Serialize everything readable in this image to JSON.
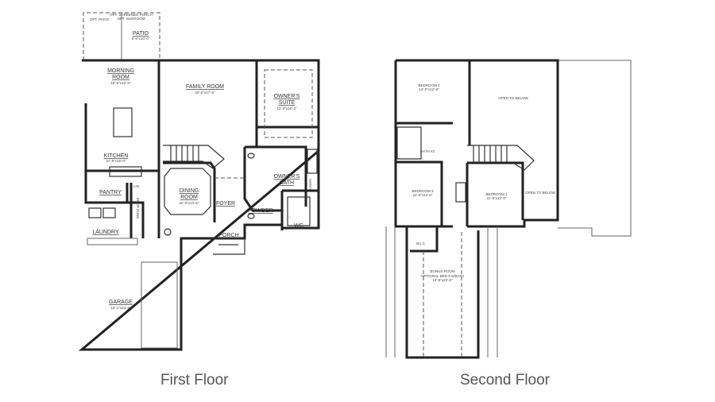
{
  "first_floor": {
    "caption": "First Floor",
    "rooms": {
      "opt_screened_porch": "OPT. SCREENED PORCH",
      "opt_sunroom": "OPT. SUNROOM",
      "opt_patio": "OPT. PATIO",
      "patio": "PATIO",
      "patio_dim": "8'-0\"x10'-0\"",
      "morning_room": "MORNING",
      "morning_room_2": "ROOM",
      "morning_room_dim": "15'-5\"x10'-0\"",
      "family_room": "FAMILY ROOM",
      "family_room_dim": "20'-0\"x17'-5\"",
      "owners_suite": "OWNER'S",
      "owners_suite_2": "SUITE",
      "owners_suite_dim": "13'-0\"x16'-3\"",
      "kitchen": "KITCHEN",
      "kitchen_dim": "11'-9\"x15'-0\"",
      "pantry": "PANTRY",
      "linen_1": "LIN.",
      "drop_zone": "DROP ZONE",
      "dining_room": "DINING",
      "dining_room_2": "ROOM",
      "dining_room_dim": "11'-0\"x13'-6\"",
      "foyer": "FOYER",
      "owners_bath": "OWNER'S",
      "owners_bath_2": "BATH",
      "linen_2": "LINEN",
      "powder": "POWDER",
      "wc": "WC",
      "laundry": "LAUNDRY",
      "porch": "PORCH",
      "garage": "GARAGE",
      "garage_dim": "19'-1\"x24'-8\""
    }
  },
  "second_floor": {
    "caption": "Second Floor",
    "rooms": {
      "bedroom_4": "BEDROOM 4",
      "bedroom_4_dim": "12'-0\"x12'-6\"",
      "open_to_below_1": "OPEN TO BELOW",
      "bath_2": "BATH #2",
      "bedroom_3": "BEDROOM 3",
      "bedroom_3_dim": "11'-6\"x13'-6\"",
      "bedroom_2": "BEDROOM 2",
      "bedroom_2_dim": "11'-6\"x13'-0\"",
      "open_to_below_2": "OPEN TO BELOW",
      "wic": "W.I.C.",
      "bonus_room": "BONUS ROOM",
      "bonus_room_2": "OPTIONAL BED 5 w/BATH",
      "bonus_room_dim": "14'-6\"x22'-6\""
    }
  }
}
